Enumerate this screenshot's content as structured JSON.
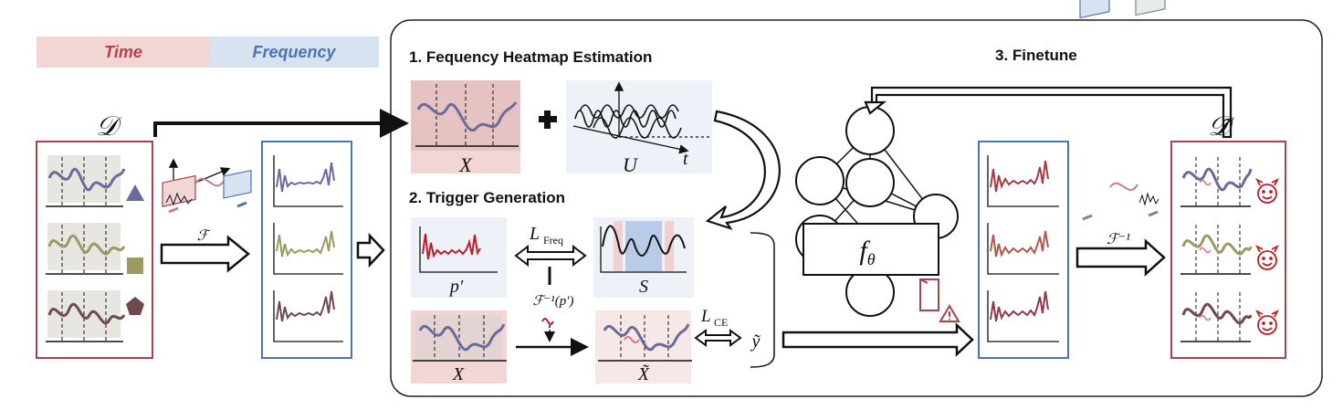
{
  "legend": {
    "time_label": "Time",
    "frequency_label": "Frequency",
    "colors": {
      "time": "#f2d6d6",
      "frequency": "#d7e3f1",
      "time_text": "#b8414b",
      "freq_text": "#4a74b6"
    }
  },
  "sections": {
    "step1_title": "1.  Fequency Heatmap Estimation",
    "step2_title": "2.  Trigger Generation",
    "step3_title": "3.  Finetune"
  },
  "symbols": {
    "dataset": "𝒟",
    "poisoned_dataset": "𝒟̃",
    "fourier": "ℱ",
    "inverse_fourier": "ℱ⁻¹",
    "inverse_fourier_p": "ℱ⁻¹(p′)",
    "X": "X",
    "U": "U",
    "t": "t",
    "X_tilde": "X̃",
    "y_tilde": "ỹ",
    "p_prime": "p′",
    "S": "S",
    "L_freq": "L",
    "L_freq_sub": "Freq",
    "L_ce": "L",
    "L_ce_sub": "CE",
    "model": "f",
    "model_sub": "θ"
  },
  "class_colors": {
    "series_a": "#6b6a9c",
    "series_b": "#9a9a62",
    "series_c": "#6e4a4f",
    "triangle": "#6b6a9c",
    "square": "#9a9a62",
    "pentagon": "#6e4a4f",
    "trigger": "#c01c28",
    "border_time": "#a8434a",
    "border_freq": "#4a74b6"
  }
}
